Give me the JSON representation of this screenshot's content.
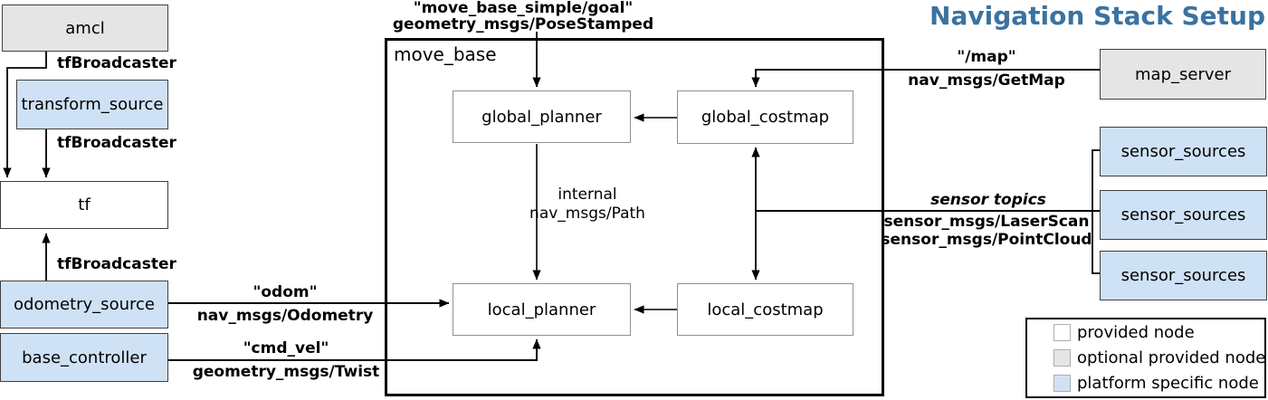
{
  "title": "Navigation Stack Setup",
  "colors": {
    "title_text": "#3a72a0",
    "provided_node_fill": "#ffffff",
    "optional_provided_node_fill": "#e5e5e5",
    "platform_specific_node_fill": "#cfe2f5",
    "line": "#000000"
  },
  "nodes": {
    "amcl": "amcl",
    "transform_source": "transform_source",
    "tf": "tf",
    "odometry_source": "odometry_source",
    "base_controller": "base_controller",
    "move_base": "move_base",
    "global_planner": "global_planner",
    "global_costmap": "global_costmap",
    "local_planner": "local_planner",
    "local_costmap": "local_costmap",
    "map_server": "map_server",
    "sensor_sources": [
      "sensor_sources",
      "sensor_sources",
      "sensor_sources"
    ]
  },
  "edge_labels": {
    "amcl_tf": "tfBroadcaster",
    "transform_source_tf": "tfBroadcaster",
    "odometry_source_tf": "tfBroadcaster",
    "goal_topic": "\"move_base_simple/goal\"",
    "goal_type": "geometry_msgs/PoseStamped",
    "odom_topic": "\"odom\"",
    "odom_type": "nav_msgs/Odometry",
    "cmd_vel_topic": "\"cmd_vel\"",
    "cmd_vel_type": "geometry_msgs/Twist",
    "map_topic": "\"/map\"",
    "map_type": "nav_msgs/GetMap",
    "sensor_topic": "sensor topics",
    "sensor_type_1": "sensor_msgs/LaserScan",
    "sensor_type_2": "sensor_msgs/PointCloud",
    "internal_1": "internal",
    "internal_2": "nav_msgs/Path"
  },
  "legend": {
    "items": [
      {
        "label": "provided node",
        "color": "#ffffff"
      },
      {
        "label": "optional provided node",
        "color": "#e5e5e5"
      },
      {
        "label": "platform specific node",
        "color": "#cfe2f5"
      }
    ]
  }
}
